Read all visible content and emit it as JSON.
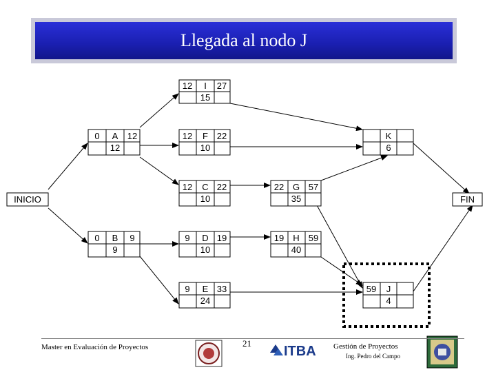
{
  "title": "Llegada al nodo J",
  "nodes": {
    "I": {
      "es": "12",
      "name": "I",
      "ef": "27",
      "dur": "15"
    },
    "A": {
      "es": "0",
      "name": "A",
      "ef": "12",
      "dur": "12"
    },
    "F": {
      "es": "12",
      "name": "F",
      "ef": "22",
      "dur": "10"
    },
    "K": {
      "es": "",
      "name": "K",
      "ef": "",
      "dur": "6"
    },
    "C": {
      "es": "12",
      "name": "C",
      "ef": "22",
      "dur": "10"
    },
    "G": {
      "es": "22",
      "name": "G",
      "ef": "57",
      "dur": "35"
    },
    "B": {
      "es": "0",
      "name": "B",
      "ef": "9",
      "dur": "9"
    },
    "D": {
      "es": "9",
      "name": "D",
      "ef": "19",
      "dur": "10"
    },
    "H": {
      "es": "19",
      "name": "H",
      "ef": "59",
      "dur": "40"
    },
    "E": {
      "es": "9",
      "name": "E",
      "ef": "33",
      "dur": "24"
    },
    "J": {
      "es": "59",
      "name": "J",
      "ef": "",
      "dur": "4"
    }
  },
  "inicio_label": "INICIO",
  "fin_label": "FIN",
  "footer": {
    "left": "Master en Evaluación de Proyectos",
    "page": "21",
    "logo_text": "ITBA",
    "right": "Gestión de Proyectos",
    "author": "Ing. Pedro del Campo"
  },
  "colors": {
    "title_bar": "#1a1fb0",
    "highlight": "#000000"
  }
}
